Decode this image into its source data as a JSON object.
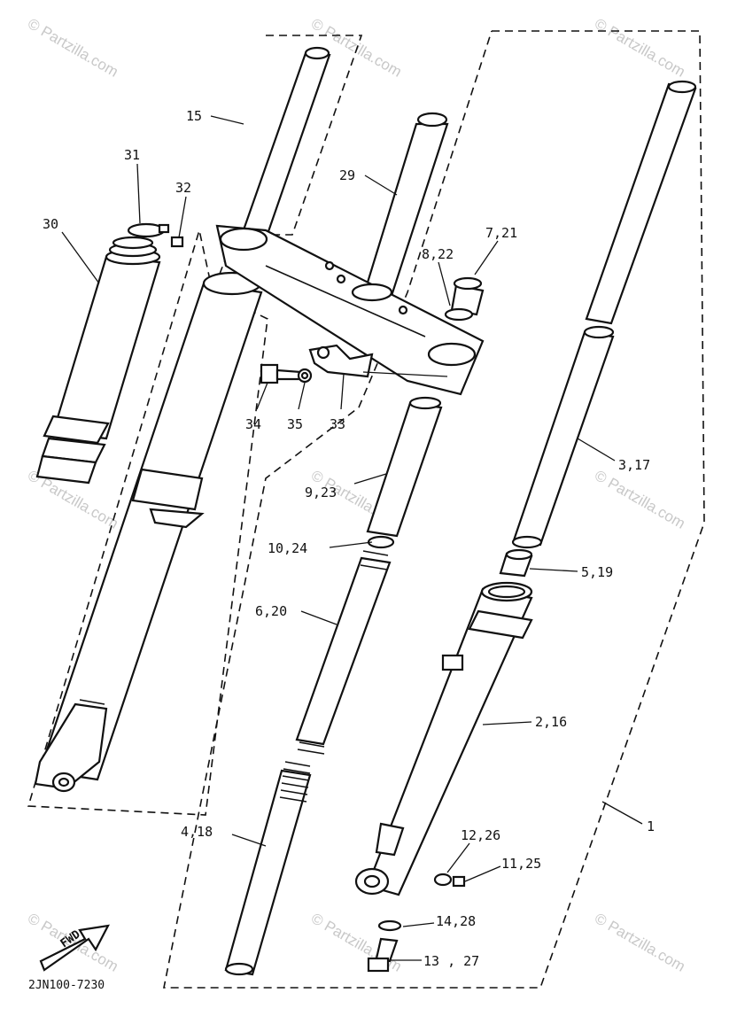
{
  "diagram": {
    "watermark_text": "© Partzilla.com",
    "drawing_code": "2JN100-7230",
    "fwd_label": "FWD",
    "callouts": {
      "c15": "15",
      "c31": "31",
      "c32": "32",
      "c30": "30",
      "c29": "29",
      "c7_21": "7,21",
      "c8_22": "8,22",
      "c34": "34",
      "c35": "35",
      "c33": "33",
      "c9_23": "9,23",
      "c3_17": "3,17",
      "c10_24": "10,24",
      "c5_19": "5,19",
      "c6_20": "6,20",
      "c2_16": "2,16",
      "c1": "1",
      "c4_18": "4,18",
      "c12_26": "12,26",
      "c11_25": "11,25",
      "c14_28": "14,28",
      "c13_27": "13 , 27"
    }
  }
}
